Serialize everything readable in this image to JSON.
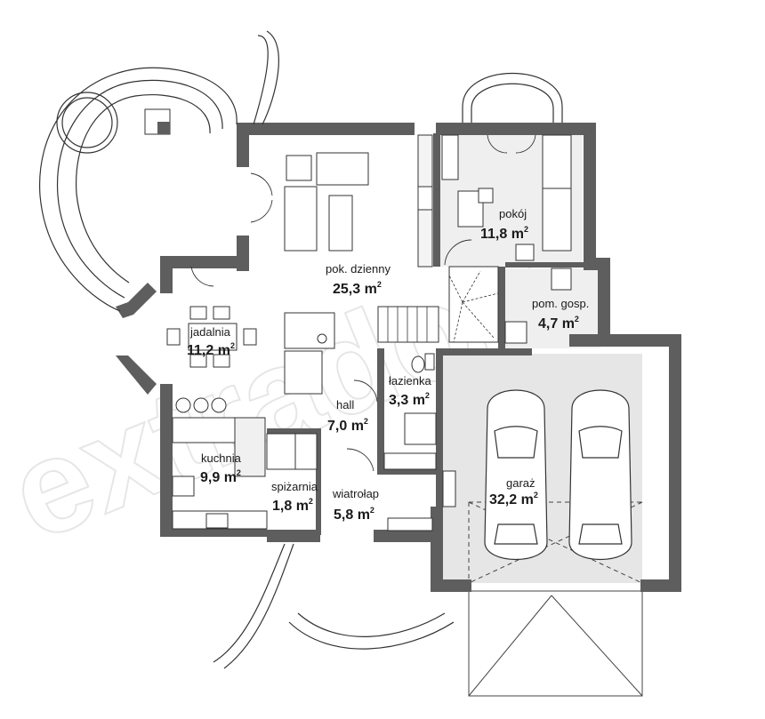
{
  "watermark": "extradom",
  "colors": {
    "wall": "#5e5e5e",
    "garage_floor": "#e6e6e6",
    "room_floor": "#efefef",
    "line": "#3a3a3a",
    "background": "#ffffff"
  },
  "rooms": [
    {
      "id": "pokoj",
      "name": "pokój",
      "area_num": "11,8 m",
      "area_sup": "2"
    },
    {
      "id": "pok-dzienny",
      "name": "pok. dzienny",
      "area_num": "25,3 m",
      "area_sup": "2"
    },
    {
      "id": "pom-gosp",
      "name": "pom. gosp.",
      "area_num": "4,7 m",
      "area_sup": "2"
    },
    {
      "id": "jadalnia",
      "name": "jadalnia",
      "area_num": "11,2 m",
      "area_sup": "2"
    },
    {
      "id": "lazienka",
      "name": "łazienka",
      "area_num": "3,3 m",
      "area_sup": "2"
    },
    {
      "id": "hall",
      "name": "hall",
      "area_num": "7,0 m",
      "area_sup": "2"
    },
    {
      "id": "kuchnia",
      "name": "kuchnia",
      "area_num": "9,9 m",
      "area_sup": "2"
    },
    {
      "id": "garaz",
      "name": "garaż",
      "area_num": "32,2 m",
      "area_sup": "2"
    },
    {
      "id": "spizarnia",
      "name": "spiżarnia",
      "area_num": "1,8 m",
      "area_sup": "2"
    },
    {
      "id": "wiatrolap",
      "name": "wiatrołap",
      "area_num": "5,8 m",
      "area_sup": "2"
    }
  ]
}
